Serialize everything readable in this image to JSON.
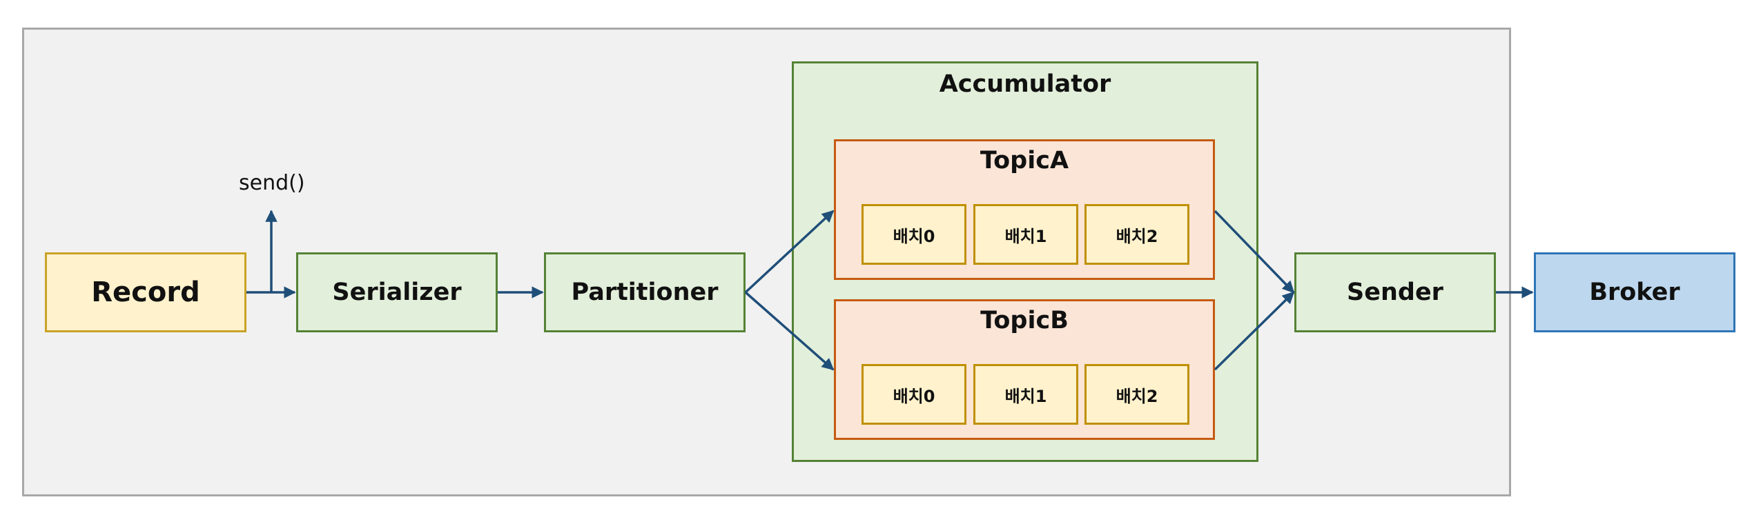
{
  "nodes": {
    "record": "Record",
    "serializer": "Serializer",
    "partitioner": "Partitioner",
    "accumulator": "Accumulator",
    "sender": "Sender",
    "broker": "Broker"
  },
  "send_label": "send()",
  "topics": [
    {
      "name": "TopicA",
      "batches": [
        "배치0",
        "배치1",
        "배치2"
      ]
    },
    {
      "name": "TopicB",
      "batches": [
        "배치0",
        "배치1",
        "배치2"
      ]
    }
  ],
  "colors": {
    "producer_container_fill": "#f1f1f1",
    "producer_container_border": "#a8a8a8",
    "component_fill": "#e2efda",
    "component_border": "#548235",
    "record_fill": "#fff2cc",
    "record_border": "#c9a227",
    "topic_fill": "#fbe5d6",
    "topic_border": "#c55a11",
    "batch_fill": "#fff2cc",
    "batch_border": "#bf9000",
    "broker_fill": "#bdd7ee",
    "broker_border": "#2e75b6",
    "arrow": "#1f4e79"
  }
}
